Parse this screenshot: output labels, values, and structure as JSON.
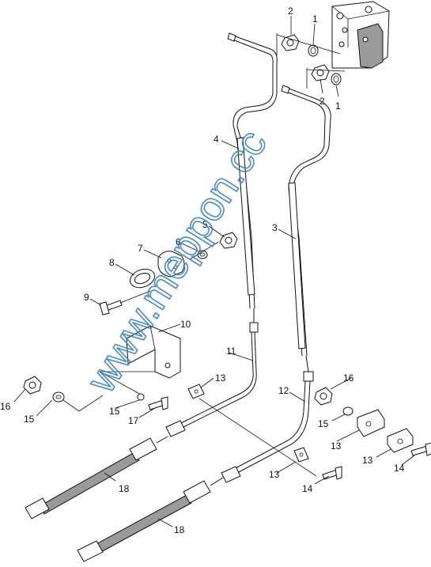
{
  "watermark": "www.meppon.cc",
  "labels": {
    "l1a": "1",
    "l1b": "1",
    "l2a": "2",
    "l2b": "2",
    "l3": "3",
    "l4": "4",
    "l5": "5",
    "l6": "6",
    "l7": "7",
    "l8": "8",
    "l9": "9",
    "l10": "10",
    "l11": "11",
    "l12": "12",
    "l13a": "13",
    "l13b": "13",
    "l13c": "13",
    "l13d": "13",
    "l14a": "14",
    "l14b": "14",
    "l15a": "15",
    "l15b": "15",
    "l15c": "15",
    "l16a": "16",
    "l16b": "16",
    "l17": "17",
    "l18a": "18",
    "l18b": "18"
  }
}
